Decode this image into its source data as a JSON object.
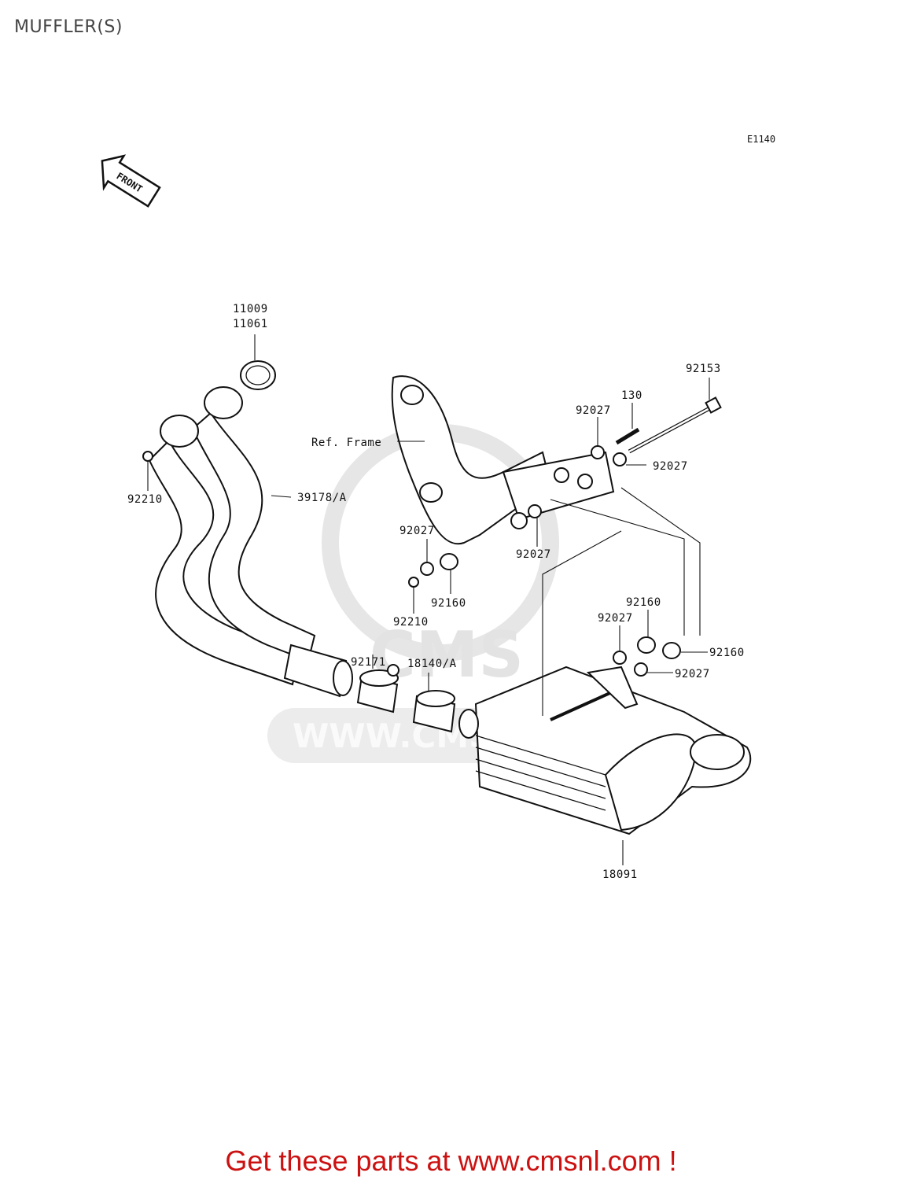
{
  "header": {
    "title": "MUFFLER(S)"
  },
  "diagram": {
    "code": "E1140",
    "front_marker": "FRONT",
    "ref_frame_label": "Ref. Frame",
    "watermark": {
      "text": "WWW.CMSNL.COM",
      "logo": "CMS"
    },
    "parts": {
      "p11009": "11009",
      "p11061": "11061",
      "p92210_a": "92210",
      "p39178": "39178/A",
      "p92153": "92153",
      "p130": "130",
      "p92027_top": "92027",
      "p92027_right": "92027",
      "p92027_mid_l": "92027",
      "p92027_mid_r": "92027",
      "p92160_mid": "92160",
      "p92210_b": "92210",
      "p92171": "92171",
      "p18140": "18140/A",
      "p92160_r_top": "92160",
      "p92027_r_top": "92027",
      "p92160_r": "92160",
      "p92027_r": "92027",
      "p18091": "18091"
    }
  },
  "footer": {
    "cta": "Get these parts at www.cmsnl.com !"
  }
}
